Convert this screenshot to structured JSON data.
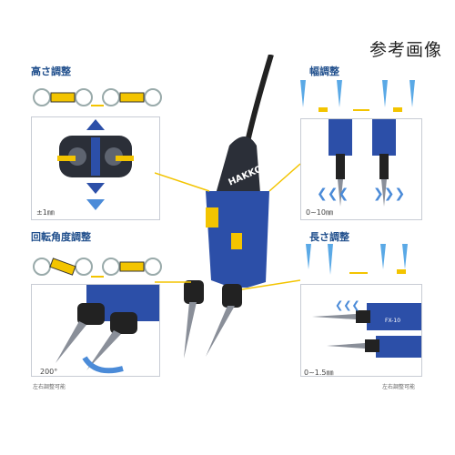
{
  "reference_label": "参考画像",
  "brand": "HAKKO",
  "model_tag": "FX-10",
  "sections": {
    "height": {
      "title": "高さ調整",
      "range": "±1㎜"
    },
    "width": {
      "title": "幅調整",
      "range": "0~10㎜"
    },
    "rotation": {
      "title": "回転角度調整",
      "angle": "200°",
      "note": "左右調整可能"
    },
    "length": {
      "title": "長さ調整",
      "range": "0~1.5㎜",
      "note": "左右調整可能"
    }
  },
  "colors": {
    "accent_blue": "#1f4e8c",
    "tool_blue": "#2c4fa8",
    "yellow": "#f3c400",
    "tip_blue": "#5aa9e6"
  }
}
